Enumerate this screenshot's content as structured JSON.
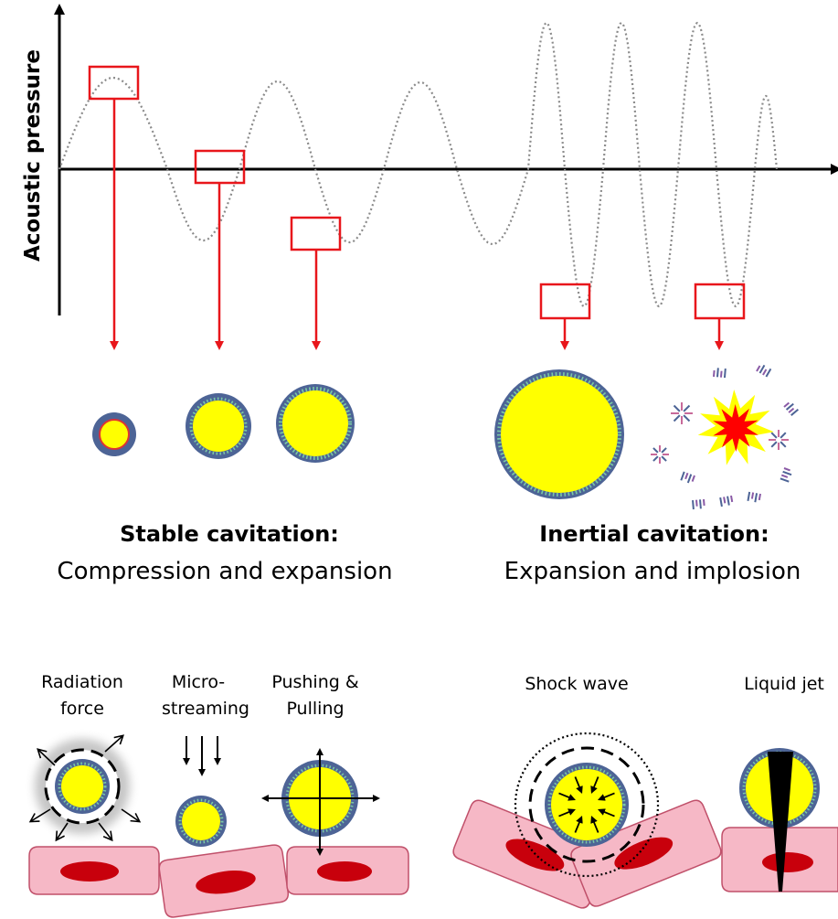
{
  "axis": {
    "y_label": "Acoustic pressure"
  },
  "stable": {
    "title": "Stable cavitation:",
    "subtitle": "Compression and expansion"
  },
  "inertial": {
    "title": "Inertial cavitation:",
    "subtitle": "Expansion and implosion"
  },
  "mechanisms": {
    "radiation_force": [
      "Radiation",
      "force"
    ],
    "microstreaming": [
      "Micro-",
      "streaming"
    ],
    "pushing_pulling": [
      "Pushing &",
      "Pulling"
    ],
    "shock_wave": "Shock wave",
    "liquid_jet": "Liquid jet"
  },
  "colors": {
    "bubble_fill": "#ffff00",
    "bubble_shell": "#4d6496",
    "shell_fringe": "#7bc9a5",
    "selection_red": "#e8161b",
    "cell_fill": "#f6b8c6",
    "cell_edge": "#c0506a",
    "nucleus": "#c8000c",
    "implosion_red": "#ff0000"
  }
}
